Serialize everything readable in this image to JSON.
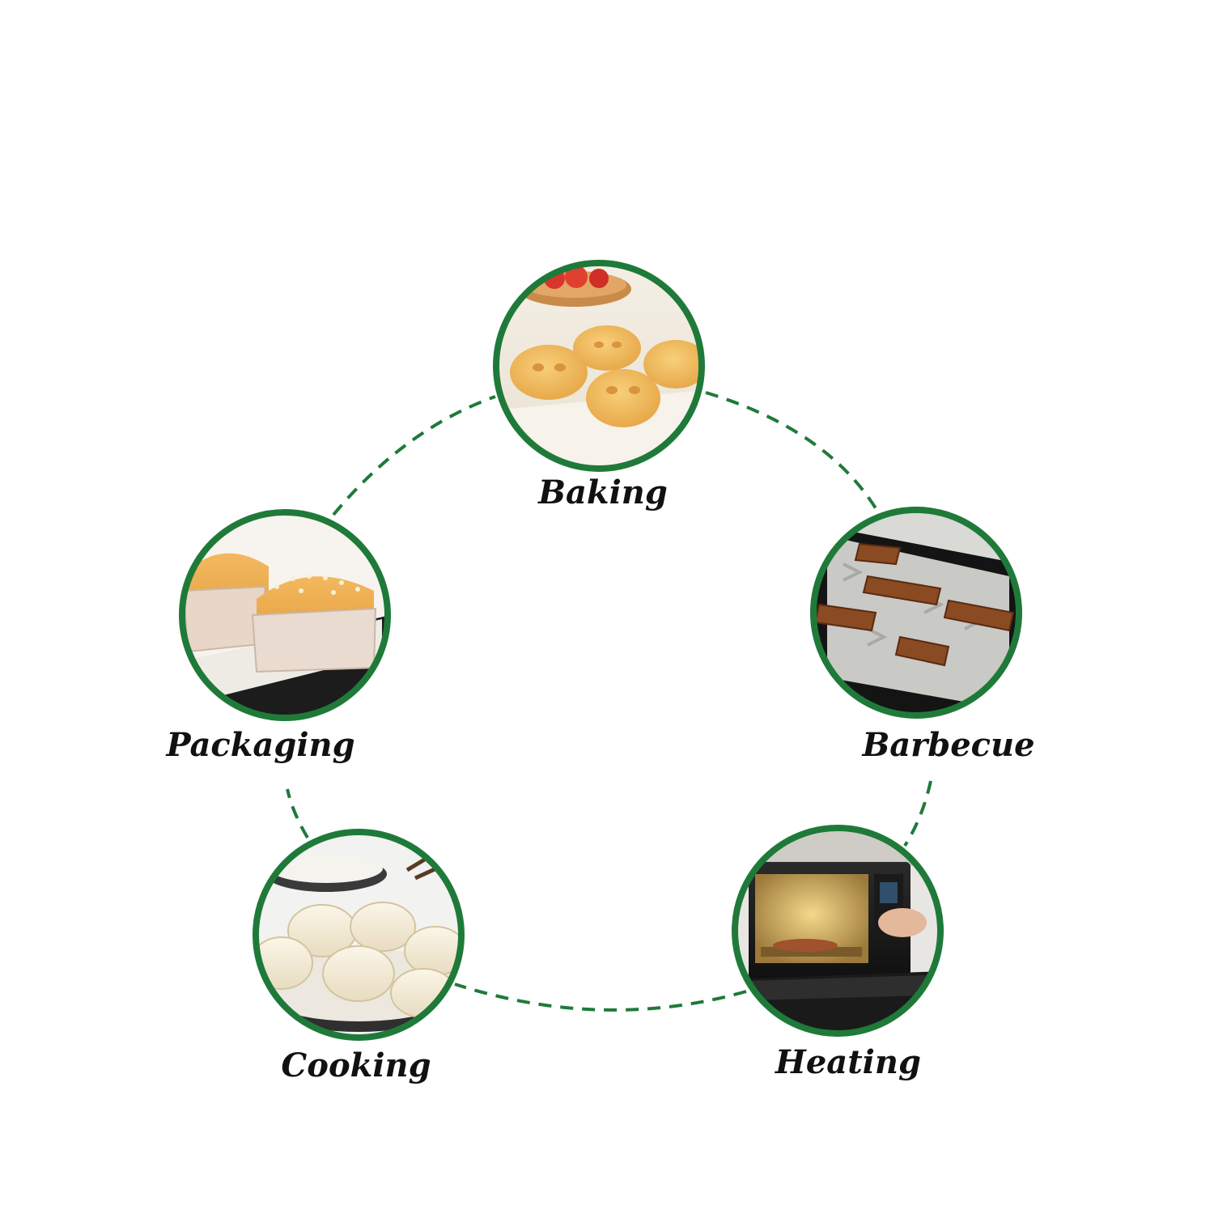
{
  "colors": {
    "ring_green": "#1f7a3a",
    "label_text": "#111111",
    "background": "#ffffff"
  },
  "nodes": [
    {
      "id": "baking",
      "label": "Baking",
      "image": "baked-cookies-photo"
    },
    {
      "id": "barbecue",
      "label": "Barbecue",
      "image": "grilled-meat-on-tray-photo"
    },
    {
      "id": "heating",
      "label": "Heating",
      "image": "microwave-oven-photo"
    },
    {
      "id": "cooking",
      "label": "Cooking",
      "image": "steamed-buns-photo"
    },
    {
      "id": "packaging",
      "label": "Packaging",
      "image": "bread-loaves-in-paper-photo"
    }
  ]
}
